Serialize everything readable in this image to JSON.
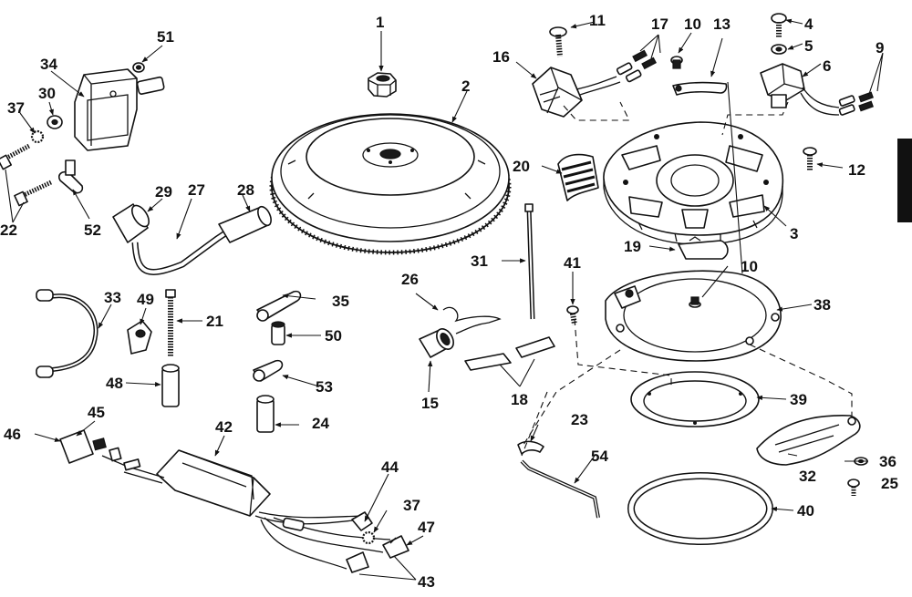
{
  "labels": {
    "l1": "1",
    "l2": "2",
    "l3": "3",
    "l4": "4",
    "l5": "5",
    "l6": "6",
    "l9": "9",
    "l10a": "10",
    "l10b": "10",
    "l11": "11",
    "l12": "12",
    "l13": "13",
    "l15": "15",
    "l16": "16",
    "l17": "17",
    "l18": "18",
    "l19": "19",
    "l20": "20",
    "l21": "21",
    "l22": "22",
    "l23": "23",
    "l24": "24",
    "l25": "25",
    "l26": "26",
    "l27": "27",
    "l28": "28",
    "l29": "29",
    "l30": "30",
    "l31": "31",
    "l32": "32",
    "l33": "33",
    "l34": "34",
    "l35": "35",
    "l36": "36",
    "l37a": "37",
    "l37b": "37",
    "l38": "38",
    "l39": "39",
    "l40": "40",
    "l41": "41",
    "l42": "42",
    "l43": "43",
    "l44": "44",
    "l45": "45",
    "l46": "46",
    "l47": "47",
    "l48": "48",
    "l49": "49",
    "l50": "50",
    "l51": "51",
    "l52": "52",
    "l53": "53",
    "l54": "54"
  }
}
